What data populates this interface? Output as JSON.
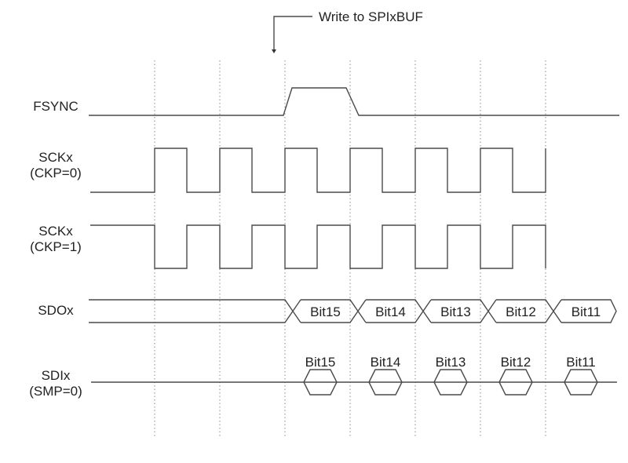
{
  "annotation": {
    "text": "Write to SPIxBUF"
  },
  "signals": [
    {
      "id": "fsync",
      "lines": [
        "FSYNC"
      ]
    },
    {
      "id": "sck0",
      "lines": [
        "SCKx",
        "(CKP=0)"
      ]
    },
    {
      "id": "sck1",
      "lines": [
        "SCKx",
        "(CKP=1)"
      ]
    },
    {
      "id": "sdo",
      "lines": [
        "SDOx"
      ]
    },
    {
      "id": "sdi",
      "lines": [
        "SDIx",
        "(SMP=0)"
      ]
    }
  ],
  "sdo_bits": [
    "Bit15",
    "Bit14",
    "Bit13",
    "Bit12",
    "Bit11"
  ],
  "sdi_bits": [
    "Bit15",
    "Bit14",
    "Bit13",
    "Bit12",
    "Bit11"
  ],
  "timing": {
    "clock_cycles_shown": 7,
    "data_start_cycle": 2
  },
  "colors": {
    "wave": "#4a4a4a",
    "grid": "#888888",
    "text": "#222222"
  }
}
